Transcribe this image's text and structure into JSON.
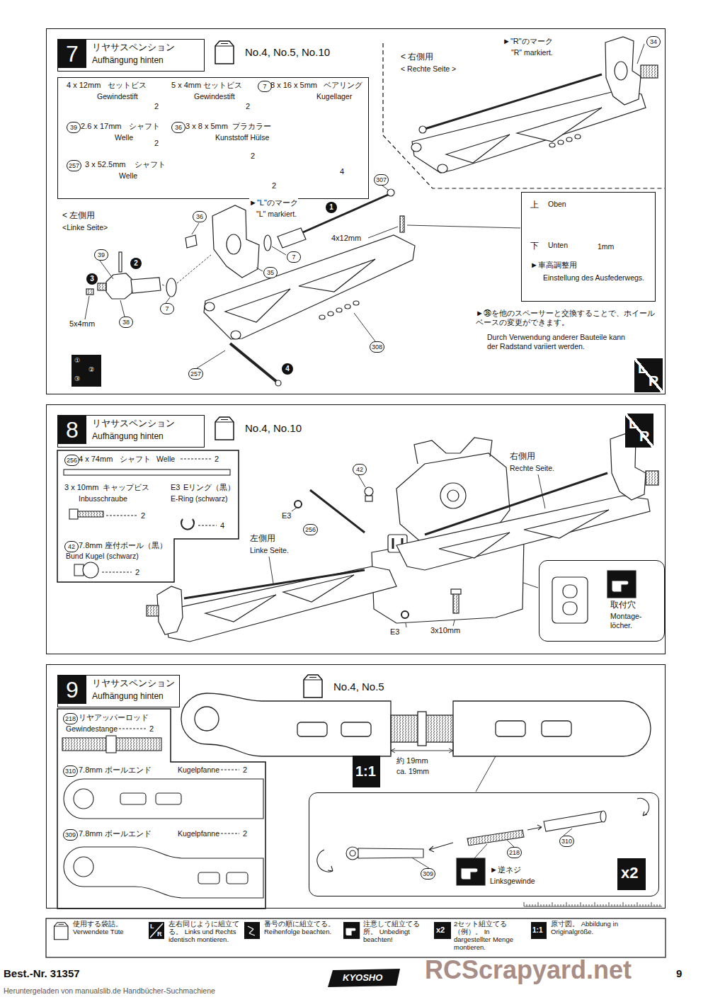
{
  "diagram": {
    "nodes": [
      {
        "text": []
      },
      {
        "text": [
          "7",
          "リヤサスペンション",
          "Aufhängung hinten"
        ],
        "in": 0
      },
      {
        "text": [
          "No.4, No.5, No.10"
        ],
        "in": 0
      },
      {
        "text": [
          "4 x 12mm",
          "セットビス",
          "Gewindestift",
          "2",
          "5 x 4mm",
          "セットビス",
          "Gewindestift",
          "2",
          "7",
          "8 x 16 x 5mm",
          "ベアリング",
          "Kugellager",
          "4",
          "39",
          "2.6 x 17mm",
          "シャフト",
          "Welle",
          "2",
          "36",
          "3 x 8 x 5mm",
          "プラカラー",
          "Kunststoff Hülse",
          "2",
          "257",
          "3 x 52.5mm",
          "シャフト",
          "Welle",
          "2"
        ],
        "in": 0
      },
      {
        "text": [
          "< 右側用",
          "< Rechte Seite >"
        ],
        "in": 0
      },
      {
        "text": [
          "上",
          "Oben",
          "下",
          "Unten",
          "1mm",
          "►車高調整用",
          "Einstellung des Ausfederwegs."
        ],
        "in": 0
      },
      {
        "text": [
          "①",
          "②",
          "③"
        ],
        "in": 0
      },
      {
        "text": [
          "L",
          "R"
        ],
        "in": 0
      },
      {
        "text": []
      },
      {
        "text": [
          "8",
          "リヤサスペンション",
          "Aufhängung hinten"
        ],
        "in": 8
      },
      {
        "text": [
          "No.4, No.10"
        ],
        "in": 8
      },
      {
        "text": [
          "L",
          "R"
        ],
        "in": 8
      },
      {
        "text": [
          "256",
          "4 x 74mm",
          "シャフト",
          "Welle",
          "2",
          "3 x 10mm",
          "キャップビス",
          "Inbusschraube",
          "2",
          "E3",
          "Eリング（黒）",
          "E-Ring (schwarz)",
          "4",
          "42",
          "7.8mm 座付ボール（黒）",
          "Bund Kugel (schwarz)",
          "2"
        ],
        "in": 8
      },
      {
        "text": [
          "取付穴",
          "Montage- löcher."
        ],
        "in": 8
      },
      {
        "text": []
      },
      {
        "text": [
          "9",
          "リヤサスペンション",
          "Aufhängung hinten"
        ],
        "in": 14
      },
      {
        "text": [
          "No.4, No.5"
        ],
        "in": 14
      },
      {
        "text": [
          "218",
          "リヤアッパーロッド",
          "Gewindestange",
          "2",
          "310",
          "7.8mm ボールエンド",
          "Kugelpfanne",
          "2",
          "309",
          "7.8mm ボールエンド",
          "Kugelpfanne",
          "2"
        ],
        "in": 14
      },
      {
        "text": [
          "1:1"
        ],
        "in": 14
      },
      {
        "text": [],
        "in": 14
      },
      {
        "text": [
          "x2"
        ],
        "in": 19
      }
    ],
    "labels": [
      "< 左側用",
      "<Linke Seite>",
      "307",
      "1",
      "4x12mm",
      "36",
      "►\"L\"のマーク",
      "\"L\" markiert.",
      "39",
      "2",
      "3",
      "35",
      "7",
      "7",
      "5x4mm",
      "38",
      "308",
      "257",
      "4",
      "►\"R\"のマーク",
      "\"R\" markiert.",
      "34",
      "►㊱を他のスペーサーと交換することで、ホイールベースの変更ができます。",
      "Durch Verwendung anderer Bauteile kann der Radstand variiert werden.",
      "右側用",
      "Rechte Seite.",
      "42",
      "E3",
      "256",
      "左側用",
      "Linke Seite.",
      "E3",
      "3x10mm",
      "約 19mm",
      "ca. 19mm",
      "218",
      "310",
      "309",
      "►逆ネジ",
      "Linksgewinde",
      "L",
      "R",
      "x2",
      "1:1",
      "Best.-Nr. 31357",
      "9",
      "KYOSHO",
      "Heruntergeladen von manualslib.de Handbücher-Suchmachiene",
      "RCScrapyard.net"
    ],
    "legend": [
      {
        "text": "使用する袋詰。 Verwendete Tüte"
      },
      {
        "text": "左右同じように組立てる。 Links und Rechts identisch montieren."
      },
      {
        "text": "番号の順に組立てる。 Reihenfolge beachten."
      },
      {
        "text": "注意して組立てる所。 Unbedingt beachten!"
      },
      {
        "text": "2セット組立てる（例）。 In dargestellter Menge montieren."
      },
      {
        "text": "原寸図。 Abbildung in Originalgröße."
      }
    ]
  }
}
